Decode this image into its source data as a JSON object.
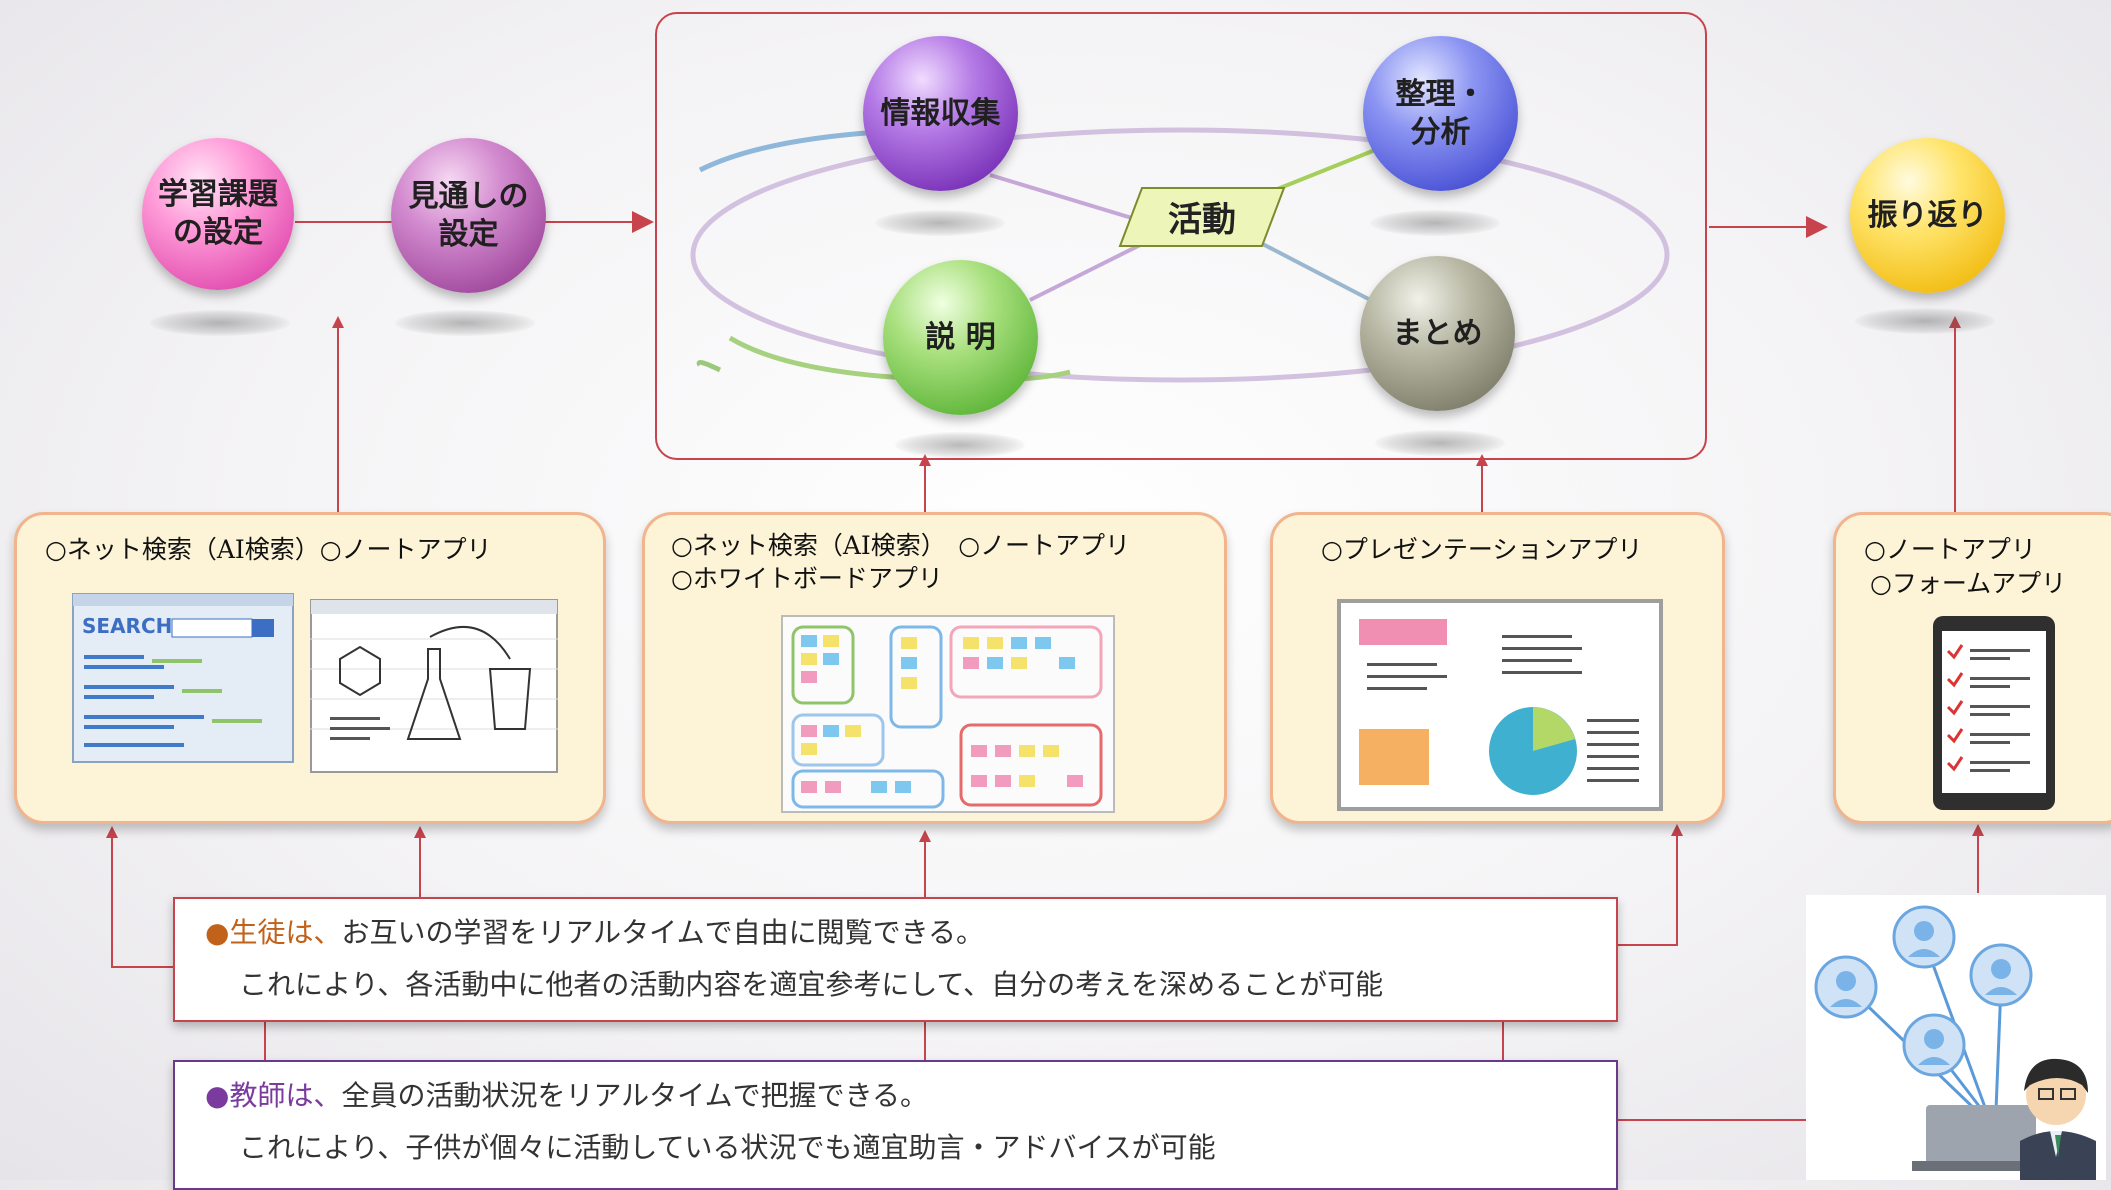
{
  "stages": {
    "set_task": "学習課題\nの設定",
    "outlook": "見通しの\n設定",
    "reflection": "振り返り"
  },
  "activity": {
    "label": "活動",
    "info_collect": "情報収集",
    "organize": "整理・\n分析",
    "explain": "説 明",
    "summary": "まとめ"
  },
  "apps": {
    "box1": "○ネット検索（AI検索）○ノートアプリ",
    "box1_search": "SEARCH",
    "box2_line1": "○ネット検索（AI検索）　○ノートアプリ",
    "box2_line2": "○ホワイトボードアプリ",
    "box3": "○プレゼンテーションアプリ",
    "box4_line1": "○ノートアプリ",
    "box4_line2": "○フォームアプリ"
  },
  "notes": {
    "student_dot": "●",
    "student_head": "生徒は、",
    "student_line1": "お互いの学習をリアルタイムで自由に閲覧できる。",
    "student_line2": "これにより、各活動中に他者の活動内容を適宜参考にして、自分の考えを深めることが可能",
    "teacher_dot": "●",
    "teacher_head": "教師は、",
    "teacher_line1": "全員の活動状況をリアルタイムで把握できる。",
    "teacher_line2": "これにより、子供が個々に活動している状況でも適宜助言・アドバイスが可能"
  },
  "colors": {
    "frame": "#c8444d",
    "box_fill": "#fdf4d8",
    "box_border": "#f2b48c",
    "student": "#c0621a",
    "teacher": "#7a3a9e"
  }
}
